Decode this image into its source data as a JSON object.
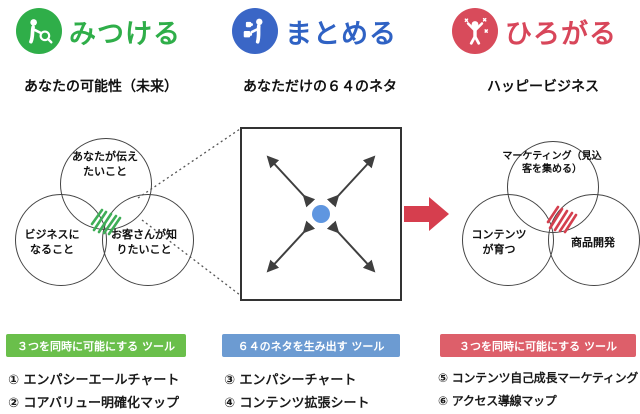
{
  "accent": {
    "green": "#2fae49",
    "blue": "#2f62c4",
    "red": "#d8465a",
    "box_green": "#6abf4b",
    "box_blue": "#6c9bd2",
    "box_red": "#dd5f6a",
    "dot_blue": "#5f96e0",
    "arrow_red": "#d63e4e"
  },
  "columns": [
    {
      "id": "find",
      "title": "みつける",
      "subtitle": "あなたの可能性（未来）",
      "icon": "search-person-icon",
      "venn": {
        "top": "あなたが伝えたいこと",
        "left": "ビジネスになること",
        "right": "お客さんが知りたいこと"
      },
      "tool_header": "３つを同時に可能にする ツール",
      "tools": [
        {
          "label": "① エンパシーエールチャート"
        },
        {
          "label": "② コアバリュー明確化マップ"
        }
      ]
    },
    {
      "id": "gather",
      "title": "まとめる",
      "subtitle": "あなただけの６４のネタ",
      "icon": "puzzle-person-icon",
      "tool_header": "６４のネタを生み出す ツール",
      "tools": [
        {
          "label": "③ エンパシーチャート"
        },
        {
          "label": "④ コンテンツ拡張シート"
        }
      ]
    },
    {
      "id": "spread",
      "title": "ひろがる",
      "subtitle": "ハッピービジネス",
      "icon": "cheering-person-icon",
      "venn": {
        "top": "マーケティング（見込客を集める）",
        "left": "コンテンツが育つ",
        "right": "商品開発"
      },
      "tool_header": "３つを同時に可能にする ツール",
      "tools": [
        {
          "label": "⑤ コンテンツ自己成長マーケティング"
        },
        {
          "label": "⑥ アクセス導線マップ"
        }
      ]
    }
  ]
}
